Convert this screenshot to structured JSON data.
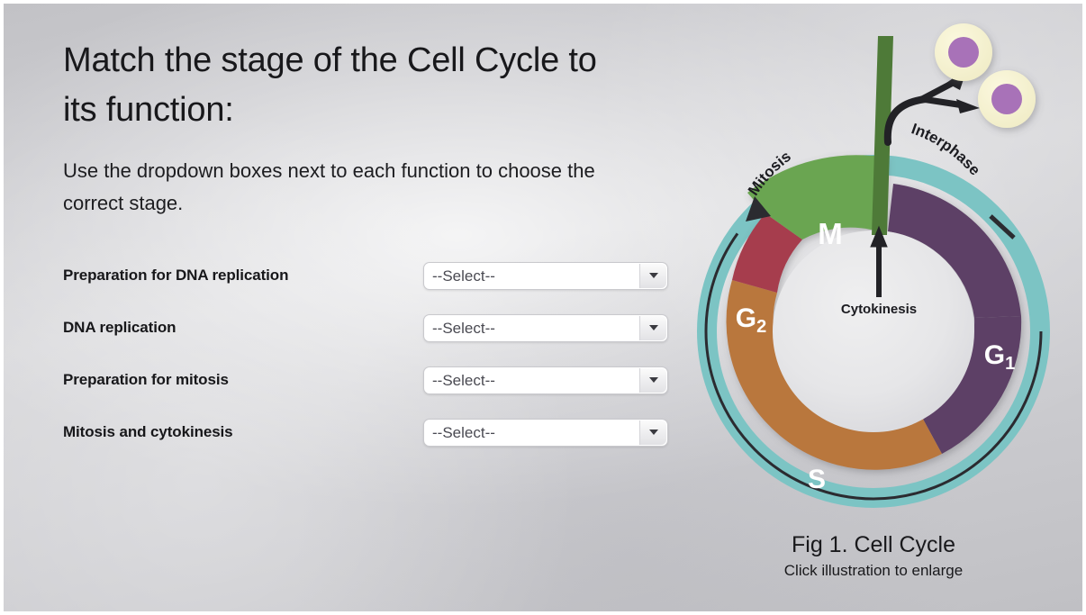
{
  "page": {
    "title": "Match the stage of the Cell Cycle to\nits function:",
    "instructions": "Use the dropdown boxes next to each function to choose the correct stage."
  },
  "form": {
    "rows": [
      {
        "label": "Preparation for DNA replication",
        "value": "--Select--"
      },
      {
        "label": "DNA replication",
        "value": "--Select--"
      },
      {
        "label": "Preparation for mitosis",
        "value": "--Select--"
      },
      {
        "label": "Mitosis and cytokinesis",
        "value": "--Select--"
      }
    ]
  },
  "figure": {
    "caption_title": "Fig 1. Cell Cycle",
    "caption_sub": "Click illustration to enlarge",
    "diagram": {
      "type": "cell-cycle-donut",
      "outer_ring_label_left": "Mitosis",
      "outer_ring_label_right": "Interphase",
      "cytokinesis_label": "Cytokinesis",
      "segments": [
        {
          "name": "G1",
          "label": "G₁",
          "color": "#5d4166",
          "start_deg": 8,
          "end_deg": 128
        },
        {
          "name": "S",
          "label": "S",
          "color": "#b9773e",
          "start_deg": 128,
          "end_deg": 232
        },
        {
          "name": "G2",
          "label": "G₂",
          "color": "#a63e4e",
          "start_deg": 232,
          "end_deg": 294
        },
        {
          "name": "M",
          "label": "M",
          "color": "#6aa551",
          "start_deg": 294,
          "end_deg": 352
        }
      ],
      "colors": {
        "interphase_ring": "#7cc4c4",
        "cytokinesis_wedge": "#4e7a38",
        "inner_disc": "#e2e2e4",
        "daughter_cell_cytoplasm": "#f5f1d0",
        "daughter_cell_nucleus": "#a872b8",
        "arrow": "#222226"
      },
      "daughter_cells": 2
    }
  }
}
